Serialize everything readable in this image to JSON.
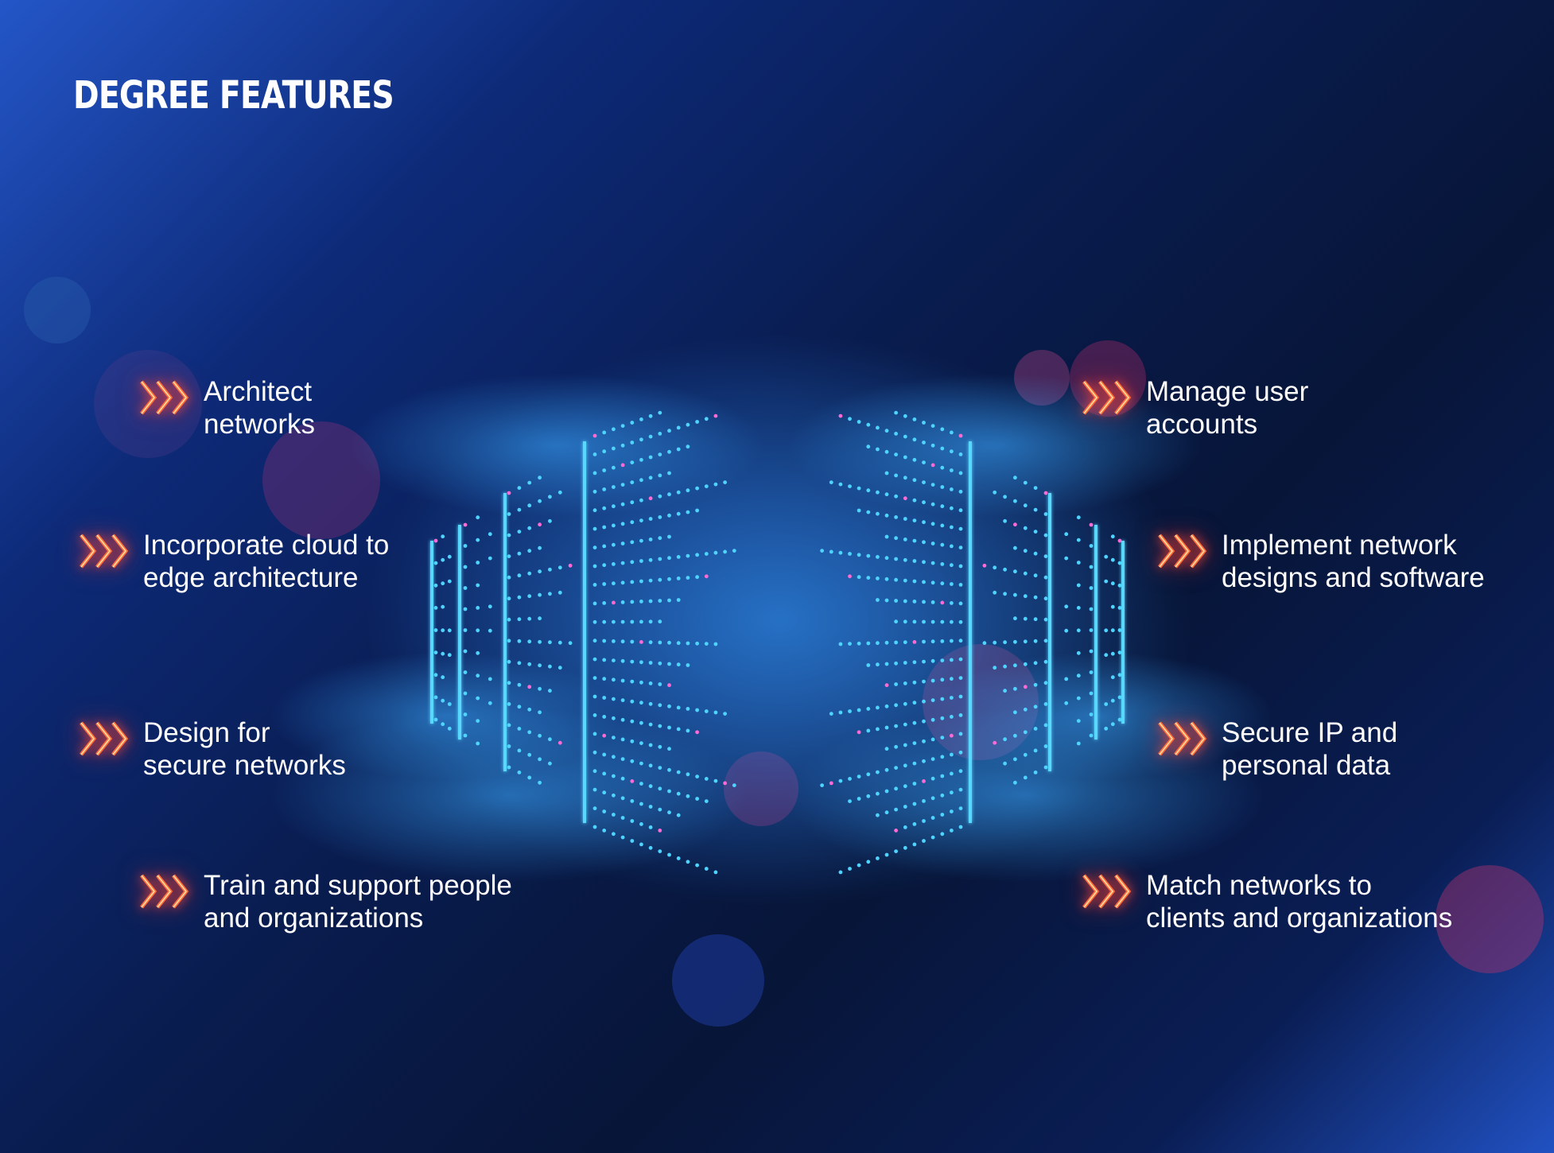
{
  "title": "DEGREE FEATURES",
  "colors": {
    "accent": "#ff5a3c",
    "glow": "#39c6ff",
    "background": "#0a1a3c"
  },
  "icons": {
    "bullet": "triple-chevron-icon"
  },
  "features_left": [
    {
      "line1": "Architect",
      "line2": "networks"
    },
    {
      "line1": "Incorporate cloud to",
      "line2": "edge architecture"
    },
    {
      "line1": "Design for",
      "line2": "secure networks"
    },
    {
      "line1": "Train and support people",
      "line2": "and organizations"
    }
  ],
  "features_right": [
    {
      "line1": "Manage user",
      "line2": "accounts"
    },
    {
      "line1": "Implement network",
      "line2": "designs and software"
    },
    {
      "line1": "Secure IP and",
      "line2": "personal data"
    },
    {
      "line1": "Match networks to",
      "line2": "clients and organizations"
    }
  ]
}
